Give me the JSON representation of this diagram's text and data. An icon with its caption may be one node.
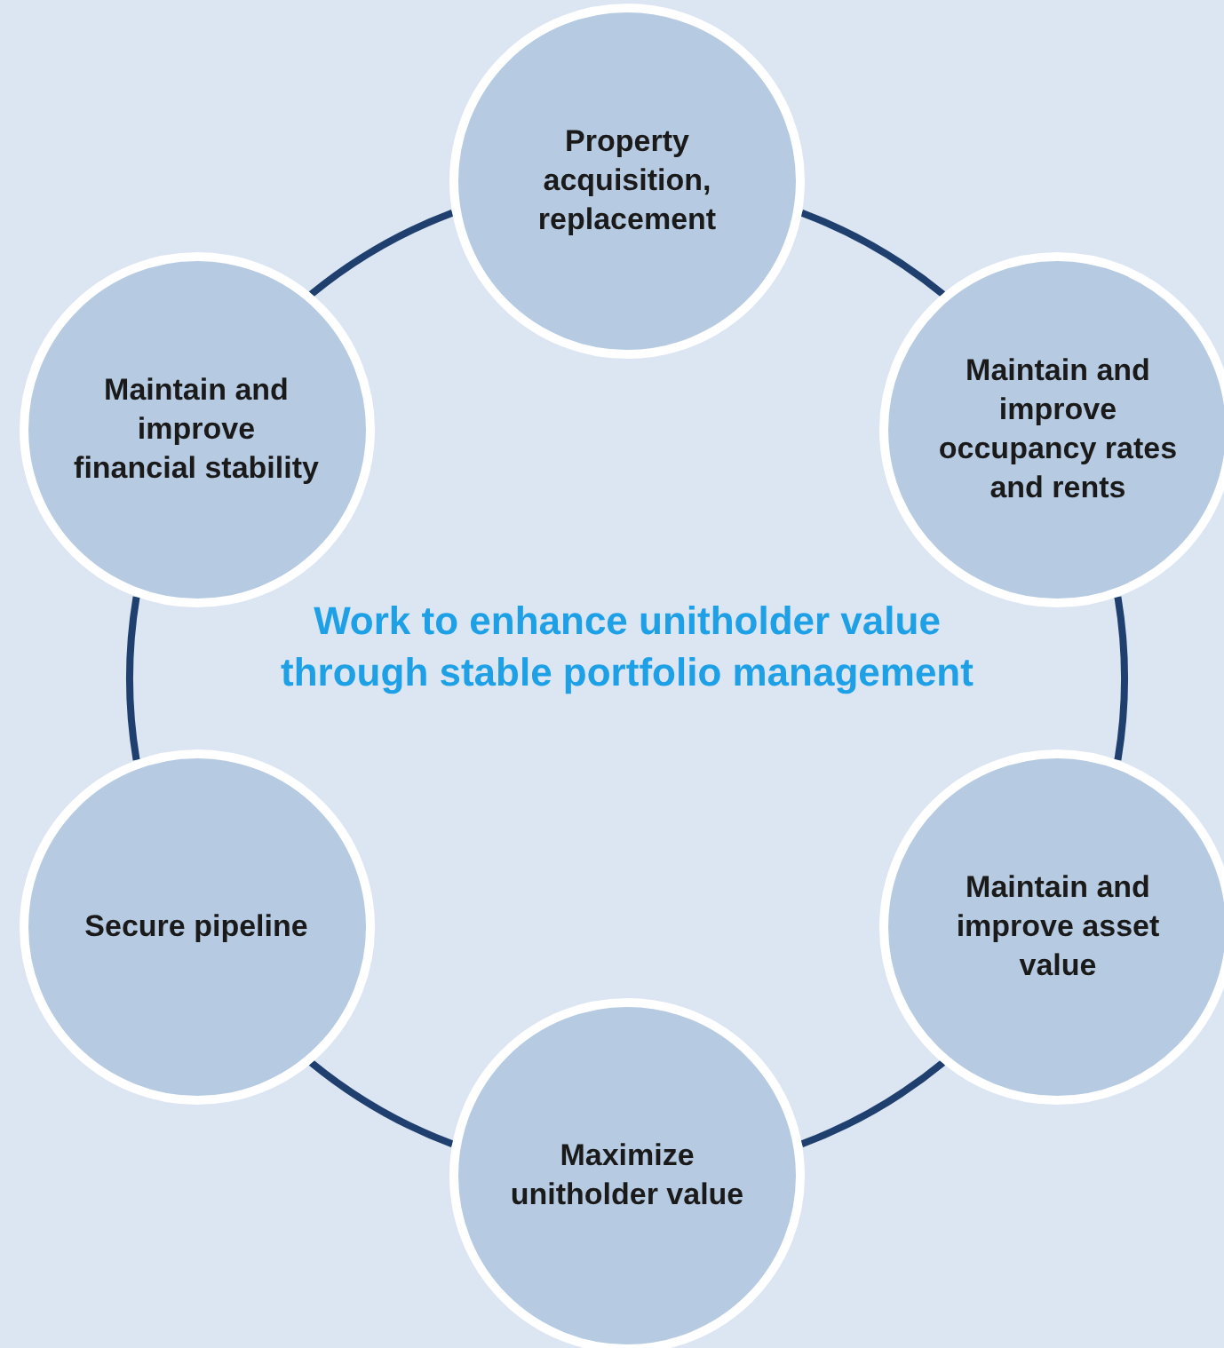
{
  "diagram": {
    "nodes": [
      {
        "text": [
          "Property acquisition, replacement"
        ]
      },
      {
        "text": [
          "Maintain and improve occupancy rates and rents"
        ]
      },
      {
        "text": [
          "Maintain and improve asset value"
        ]
      },
      {
        "text": [
          "Maximize unitholder value"
        ]
      },
      {
        "text": [
          "Secure pipeline"
        ]
      },
      {
        "text": [
          "Maintain and improve financial stability"
        ]
      }
    ],
    "edges": [
      {
        "from": 0,
        "to": 1,
        "arrow": "none"
      },
      {
        "from": 1,
        "to": 2,
        "arrow": "none"
      },
      {
        "from": 2,
        "to": 3,
        "arrow": "none"
      },
      {
        "from": 3,
        "to": 4,
        "arrow": "none"
      },
      {
        "from": 4,
        "to": 5,
        "arrow": "none"
      },
      {
        "from": 5,
        "to": 0,
        "arrow": "none"
      }
    ],
    "labels": [
      "Work to enhance unitholder value through stable portfolio management"
    ]
  }
}
